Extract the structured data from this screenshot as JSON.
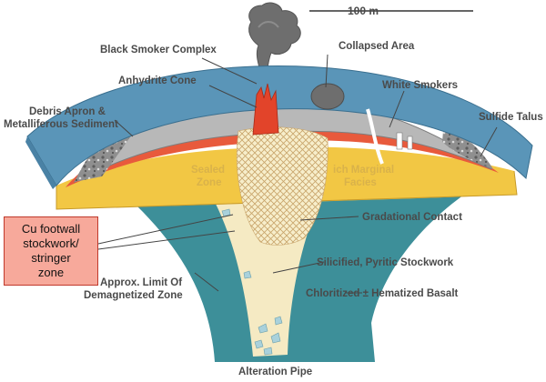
{
  "scale": {
    "label": "100 m"
  },
  "labels": {
    "black_smoker": "Black Smoker Complex",
    "collapsed_area": "Collapsed Area",
    "anhydrite_cone": "Anhydrite Cone",
    "white_smokers": "White Smokers",
    "debris_line1": "Debris Apron &",
    "debris_line2": "Metalliferous Sediment",
    "sulfide_talus": "Sulfide Talus",
    "sealed_line1": "Sealed",
    "sealed_line2": "Zone",
    "marginal_line1": "ich Marginal",
    "marginal_line2": "Facies",
    "gradational": "Gradational Contact",
    "silicified": "Silicified, Pyritic Stockwork",
    "demag_line1": "Approx. Limit Of",
    "demag_line2": "Demagnetized Zone",
    "chloritized": "Chloritized ± Hematized Basalt",
    "alteration_pipe": "Alteration Pipe"
  },
  "callout": {
    "text": "Cu footwall\nstockwork/\nstringer\nzone"
  },
  "colors": {
    "basalt": "#3d8f99",
    "basalt_top": "#5a95b8",
    "mound": "#b8b8b8",
    "sealed": "#f2c744",
    "red_zone": "#e85a3c",
    "stockwork": "#f6ecc4",
    "callout_fill": "#f7a99b"
  }
}
